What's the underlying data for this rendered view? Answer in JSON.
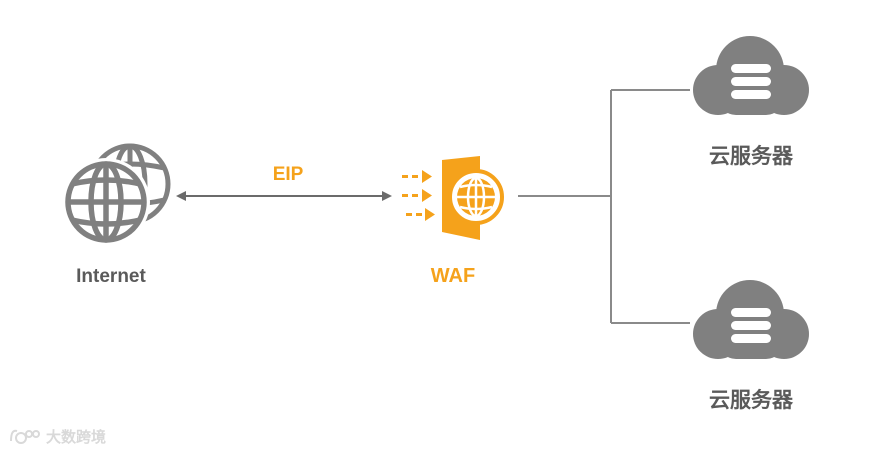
{
  "nodes": {
    "internet": {
      "label": "Internet"
    },
    "edge": {
      "label": "EIP"
    },
    "waf": {
      "label": "WAF"
    },
    "server_top": {
      "label": "云服务器"
    },
    "server_bottom": {
      "label": "云服务器"
    }
  },
  "watermark": {
    "text": "大数跨境"
  },
  "colors": {
    "gray": "#808080",
    "line": "#8a8a8a",
    "label_gray": "#5a5a5a",
    "orange": "#f5a21b",
    "watermark": "#d9d9d9"
  },
  "icons": {
    "internet": "globe-icon",
    "waf": "shield-globe-icon",
    "server": "cloud-server-icon"
  }
}
